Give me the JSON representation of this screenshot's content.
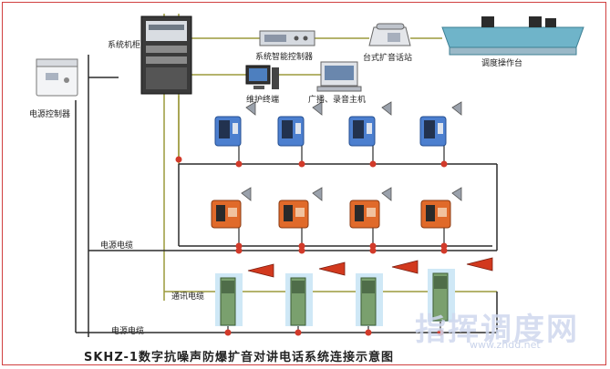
{
  "labels": {
    "system_cabinet": "系统机柜",
    "power_controller": "电源控制器",
    "smart_controller": "系统智能控制器",
    "desk_phone": "台式扩音话站",
    "dispatch_console": "调度操作台",
    "maintenance_terminal": "维护终端",
    "broadcast_host": "广播、录音主机",
    "power_cable_1": "电源电缆",
    "comm_cable": "通讯电缆",
    "power_cable_2": "电源电缆"
  },
  "caption": "SKHZ-1数字抗噪声防爆扩音对讲电话系统连接示意图",
  "watermark": {
    "main": "指挥调度网",
    "sub": "www.zhdd.net"
  },
  "colors": {
    "wire_main": "#2b2b2b",
    "wire_olive": "#9c9a3c",
    "junction": "#d23a2a",
    "phone_blue": "#4c7fcf",
    "phone_orange": "#e06a2a",
    "column": "#7aa06e",
    "horn": "#d2391e"
  }
}
